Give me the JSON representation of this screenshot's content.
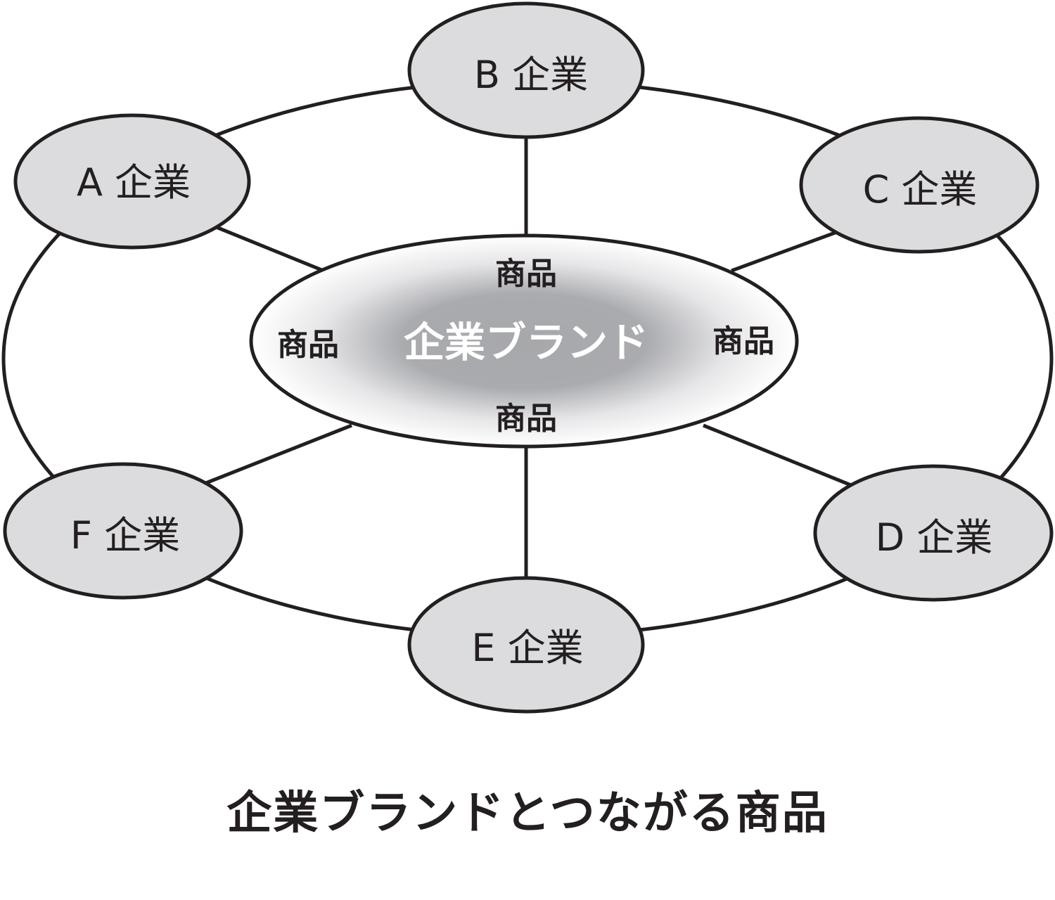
{
  "diagram": {
    "center": {
      "label": "企業ブランド"
    },
    "products": [
      {
        "position": "top",
        "label": "商品"
      },
      {
        "position": "left",
        "label": "商品"
      },
      {
        "position": "right",
        "label": "商品"
      },
      {
        "position": "bottom",
        "label": "商品"
      }
    ],
    "companies": [
      {
        "id": "A",
        "label": "A 企業"
      },
      {
        "id": "B",
        "label": "B 企業"
      },
      {
        "id": "C",
        "label": "C 企業"
      },
      {
        "id": "D",
        "label": "D 企業"
      },
      {
        "id": "E",
        "label": "E 企業"
      },
      {
        "id": "F",
        "label": "F 企業"
      }
    ],
    "caption": "企業ブランドとつながる商品",
    "colors": {
      "node_fill": "#dcdcde",
      "stroke": "#231f20",
      "center_shade": "#a7a8ac"
    }
  }
}
